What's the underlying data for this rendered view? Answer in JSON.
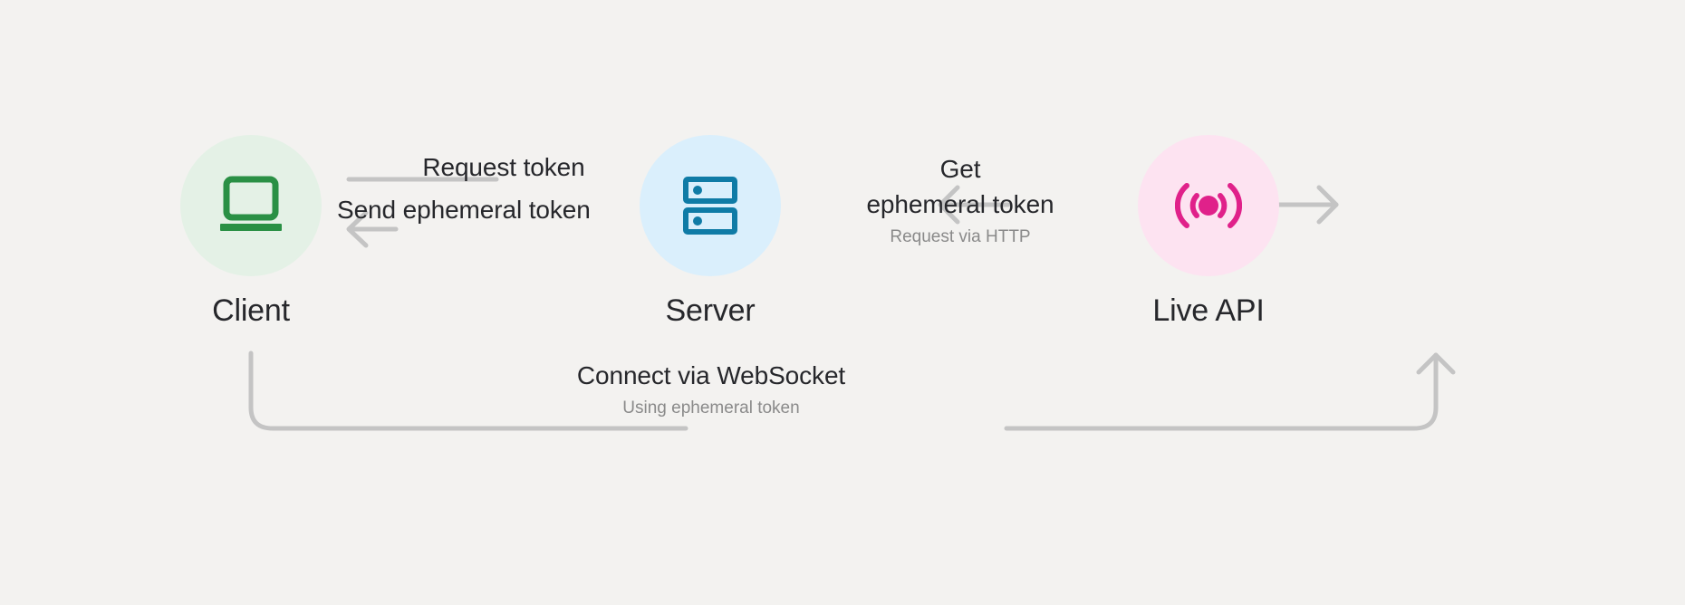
{
  "diagram": {
    "title": "Live API ephemeral token flow",
    "background_color": "#f3f2f0",
    "connector_color": "#c4c4c4"
  },
  "nodes": [
    {
      "id": "client",
      "label": "Client",
      "icon": "laptop-icon",
      "circle_color": "#e4f1e6",
      "icon_color": "#2a9045"
    },
    {
      "id": "server",
      "label": "Server",
      "icon": "server-icon",
      "circle_color": "#daeffc",
      "icon_color": "#0f7ba6"
    },
    {
      "id": "liveapi",
      "label": "Live API",
      "icon": "broadcast-icon",
      "circle_color": "#fde3f1",
      "icon_color": "#e0218a"
    }
  ],
  "edges": [
    {
      "id": "request-token",
      "label": "Request token",
      "sublabel": "",
      "from": "client",
      "to": "server",
      "direction": "right"
    },
    {
      "id": "send-ephemeral-token",
      "label": "Send ephemeral token",
      "sublabel": "",
      "from": "server",
      "to": "client",
      "direction": "left"
    },
    {
      "id": "get-ephemeral-token",
      "label": "Get ephemeral token",
      "label_line1": "Get",
      "label_line2": "ephemeral token",
      "sublabel": "Request via HTTP",
      "from": "server",
      "to": "liveapi",
      "direction": "both"
    },
    {
      "id": "connect-websocket",
      "label": "Connect via WebSocket",
      "sublabel": "Using ephemeral token",
      "from": "client",
      "to": "liveapi",
      "direction": "right"
    }
  ]
}
